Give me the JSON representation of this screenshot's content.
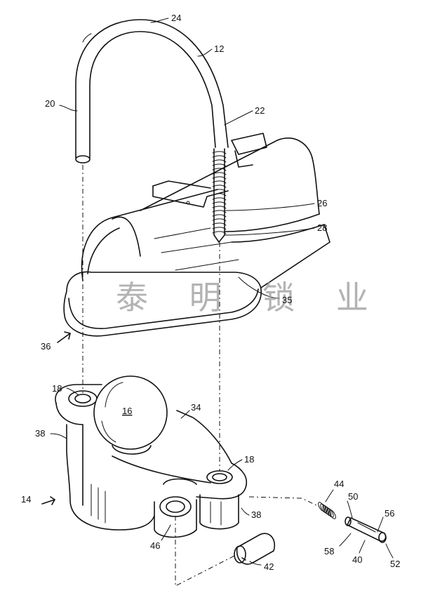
{
  "watermark": "泰 明 锁 业",
  "labels": {
    "l24": "24",
    "l12": "12",
    "l20": "20",
    "l22": "22",
    "l26": "26",
    "l28": "28",
    "l35": "35",
    "l36": "36",
    "l18a": "18",
    "l16": "16",
    "l34": "34",
    "l38a": "38",
    "l18b": "18",
    "l14": "14",
    "l44": "44",
    "l50": "50",
    "l56": "56",
    "l38b": "38",
    "l58": "58",
    "l40": "40",
    "l52": "52",
    "l46": "46",
    "l42": "42"
  }
}
